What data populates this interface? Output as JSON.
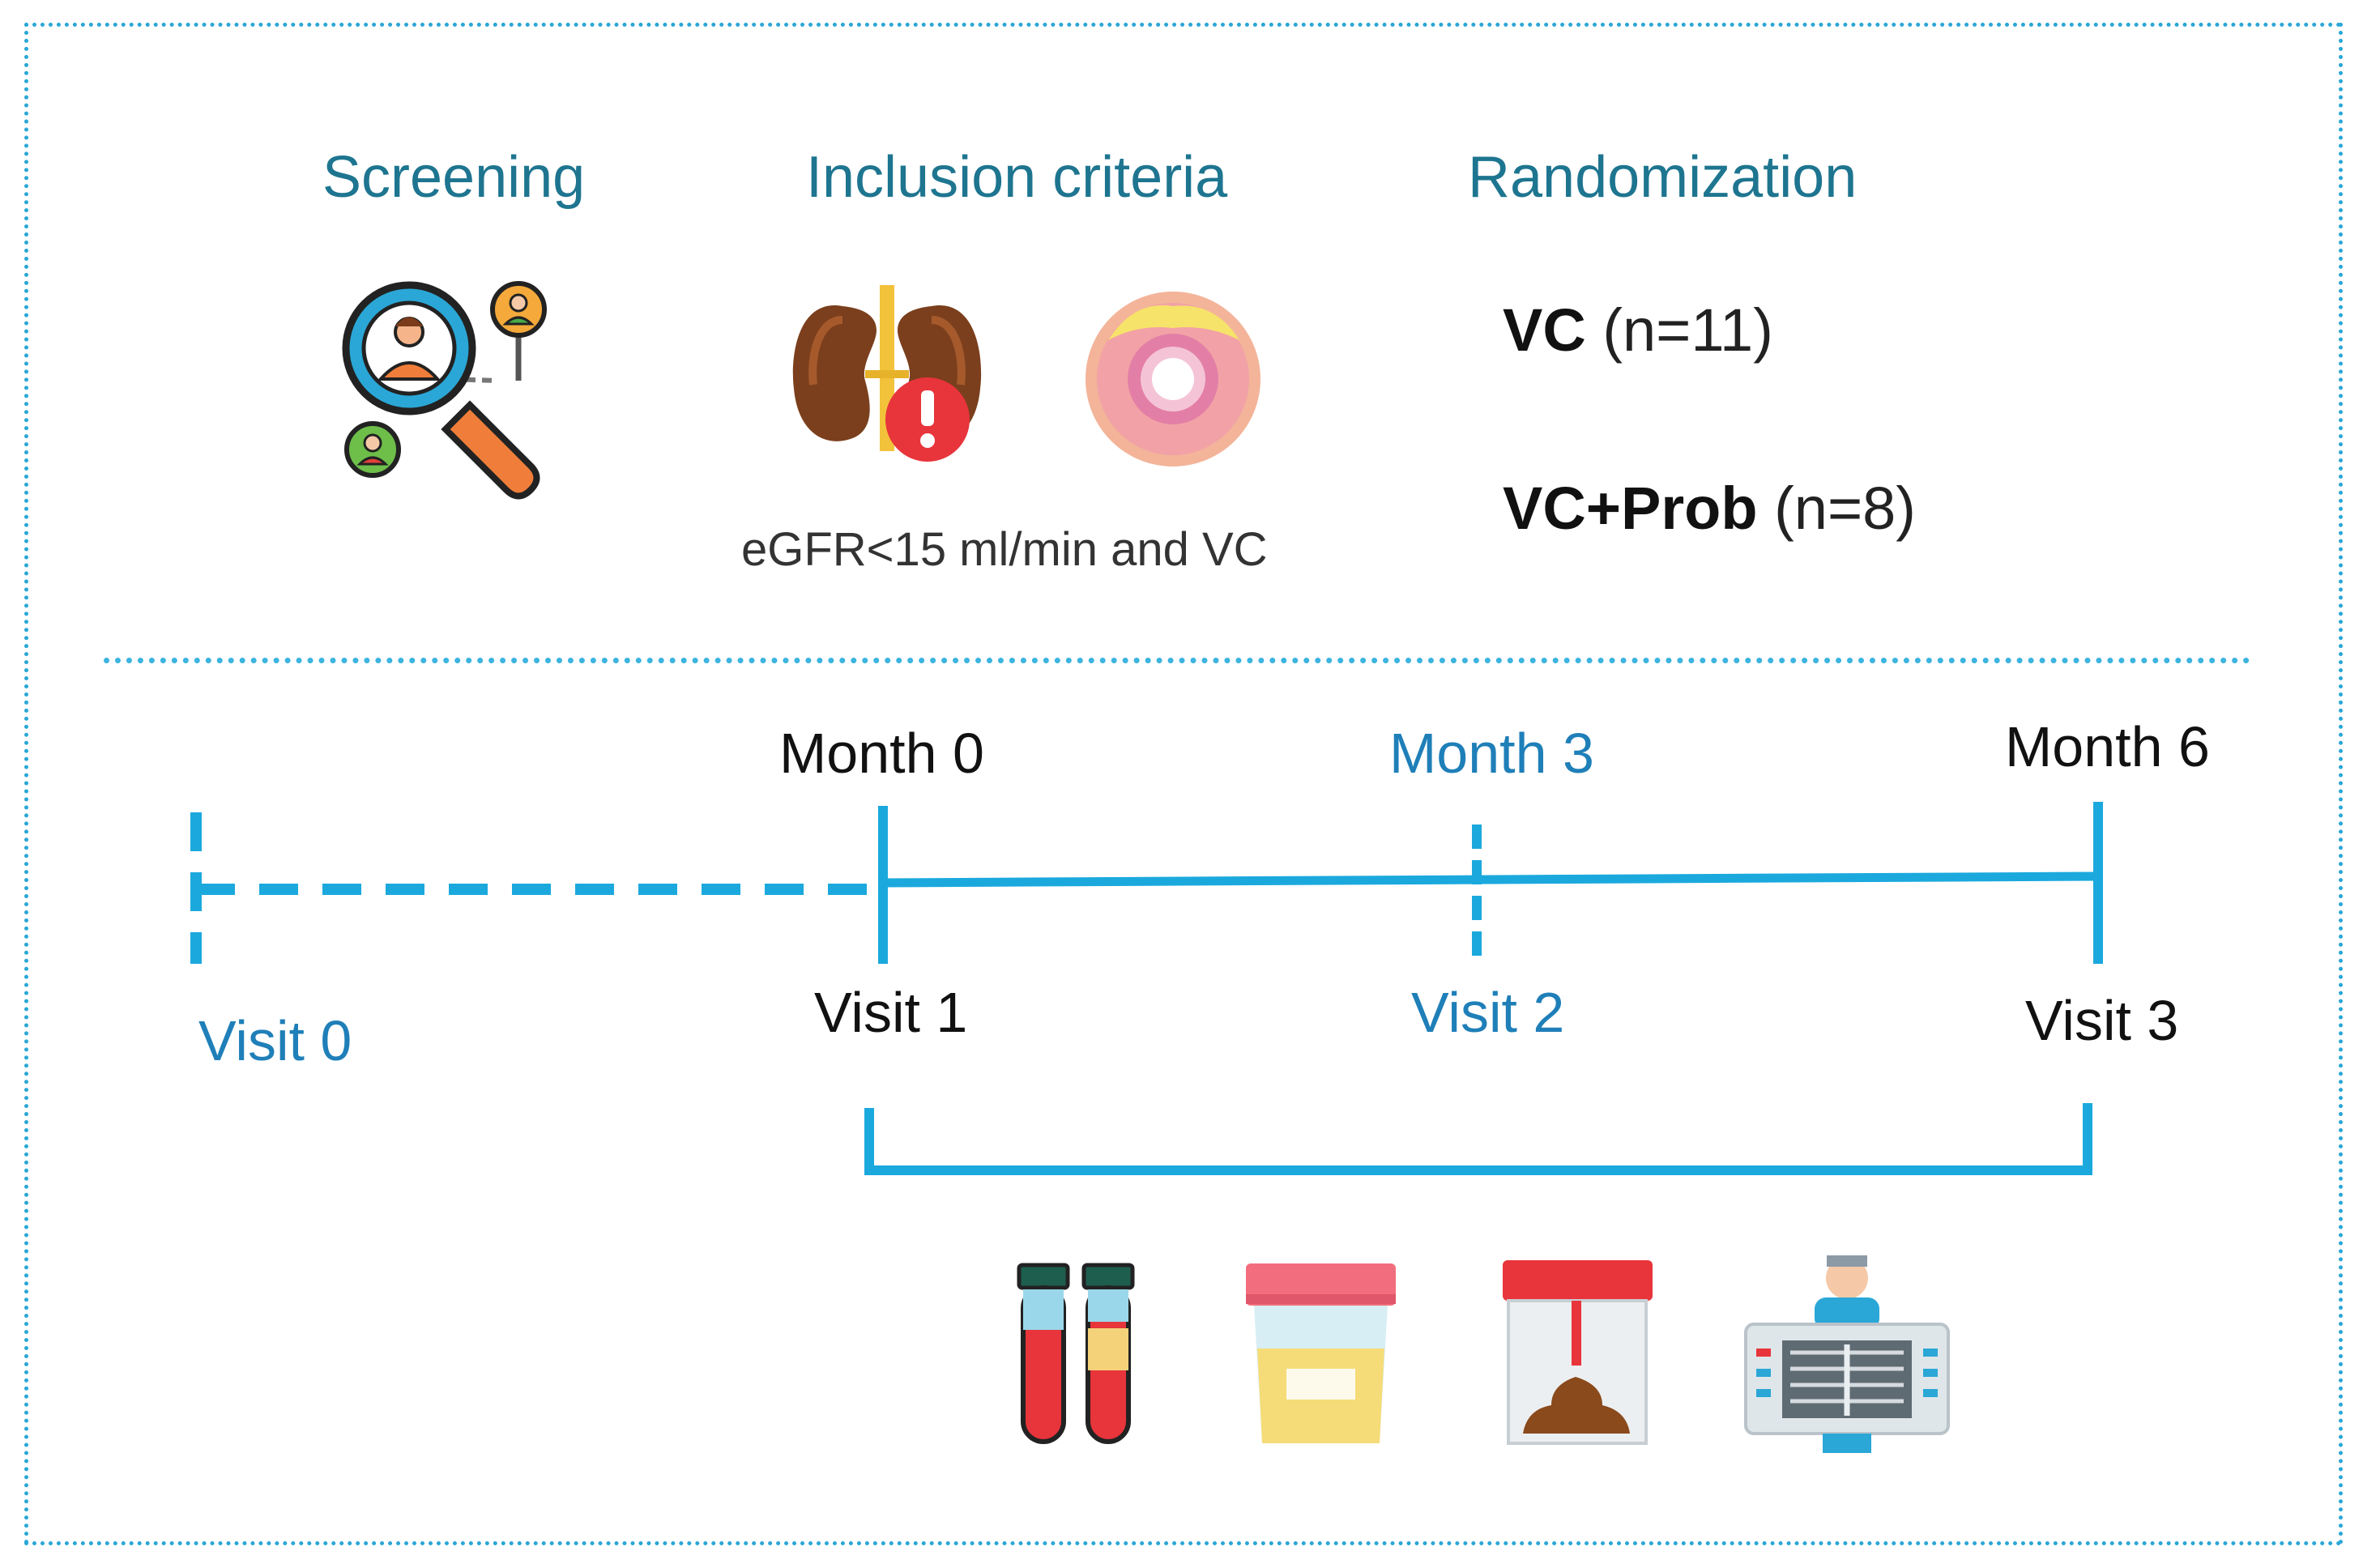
{
  "phases": {
    "screening": "Screening",
    "inclusion": "Inclusion criteria",
    "randomization": "Randomization"
  },
  "inclusion_caption": "eGFR<15 ml/min and VC",
  "arms": [
    {
      "label": "VC",
      "n": "(n=11)"
    },
    {
      "label": "VC+Prob",
      "n": "(n=8)"
    }
  ],
  "timeline": {
    "months": [
      "Month 0",
      "Month 3",
      "Month 6"
    ],
    "visits": [
      "Visit 0",
      "Visit 1",
      "Visit 2",
      "Visit 3"
    ]
  },
  "icons": {
    "screening": "magnifier-people-icon",
    "inclusion": [
      "kidney-alert-icon",
      "calcified-vessel-icon"
    ],
    "samples": [
      "blood-tubes-icon",
      "urine-container-icon",
      "stool-container-icon",
      "xray-doctor-icon"
    ]
  },
  "colors": {
    "accent": "#1ba9dd",
    "heading": "#1e7590",
    "blue_text": "#1f7fb8",
    "alert": "#e8343b"
  }
}
